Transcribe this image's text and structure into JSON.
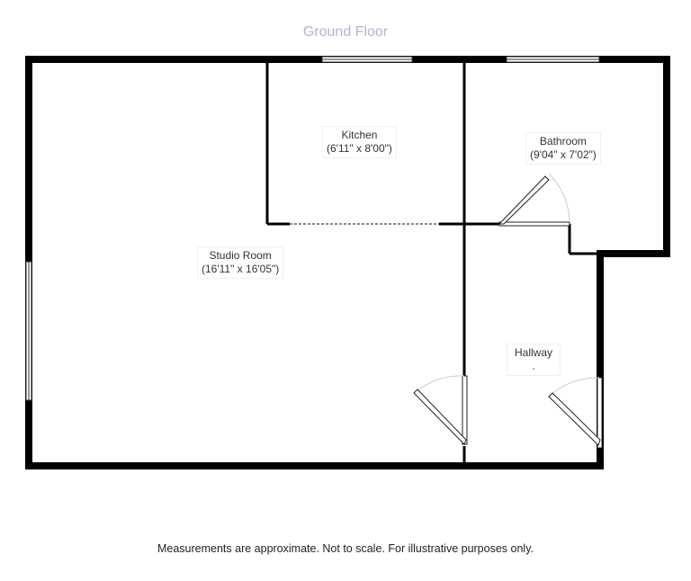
{
  "header": {
    "title": "Ground Floor"
  },
  "rooms": [
    {
      "name": "Kitchen",
      "dims": "(6'11\" x 8'00\")"
    },
    {
      "name": "Bathroom",
      "dims": "(9'04\" x 7'02\")"
    },
    {
      "name": "Studio Room",
      "dims": "(16'11\" x 16'05\")"
    },
    {
      "name": "Hallway",
      "dims": "."
    }
  ],
  "footer": {
    "disclaimer": "Measurements are approximate. Not to scale. For illustrative purposes only."
  },
  "colors": {
    "wall": "#000000",
    "title": "#b3b3cc",
    "text": "#333333"
  }
}
